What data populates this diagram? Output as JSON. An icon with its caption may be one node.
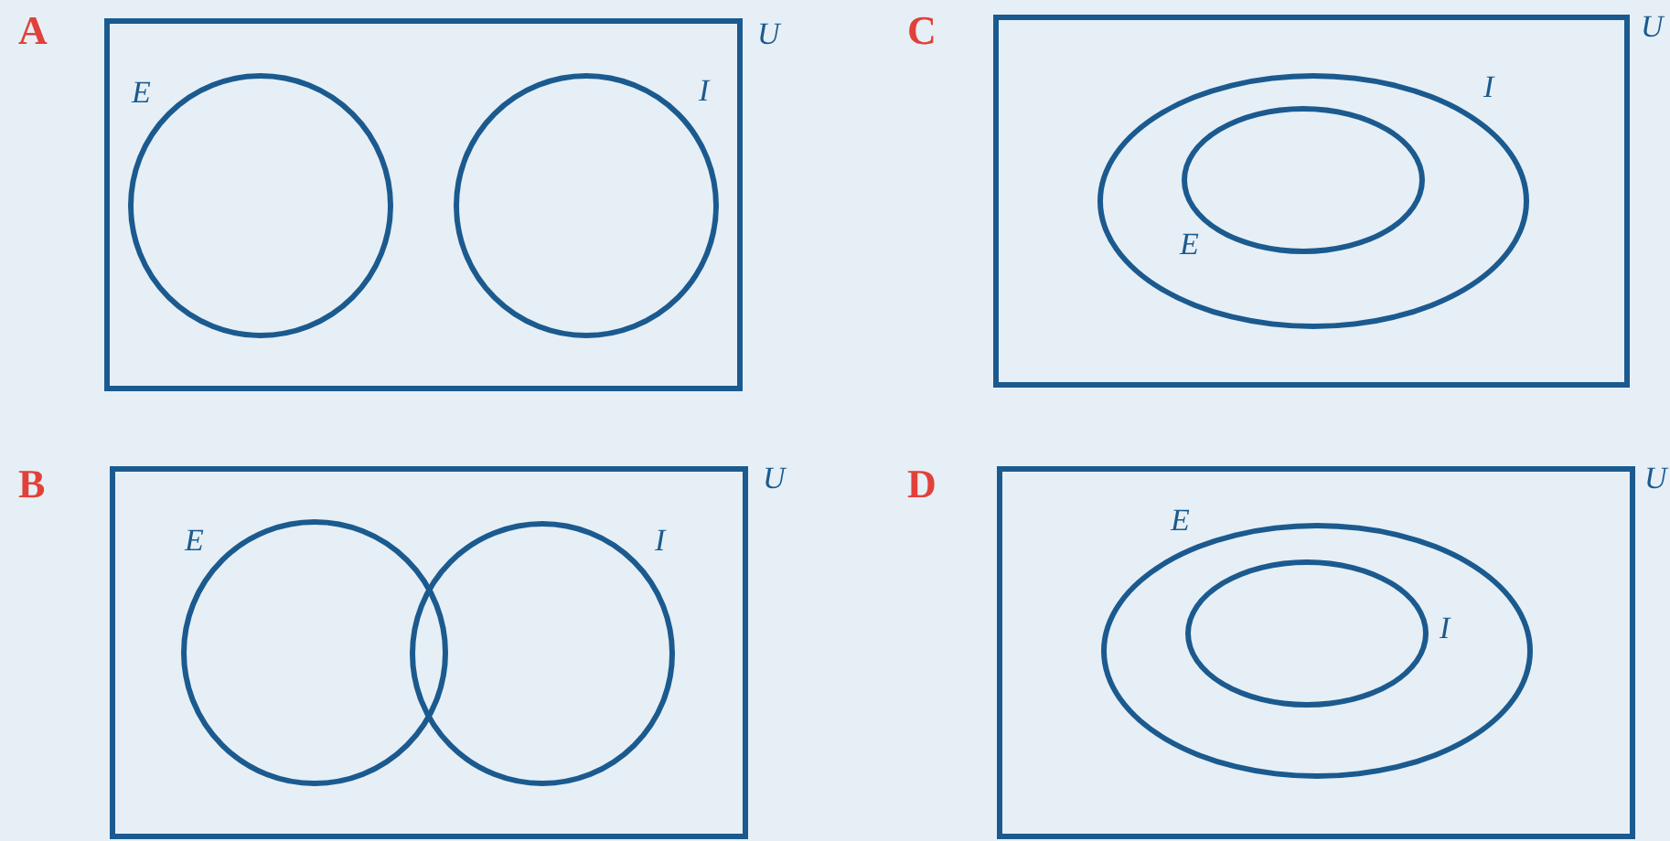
{
  "diagram": {
    "nodes": [
      {
        "text": [
          "U"
        ]
      },
      {
        "text": [
          "E"
        ],
        "in": 0
      },
      {
        "text": [
          "I"
        ],
        "in": 0
      },
      {
        "text": [
          "U"
        ]
      },
      {
        "text": [
          "I"
        ],
        "in": 3
      },
      {
        "text": [
          "E"
        ],
        "in": 4
      },
      {
        "text": [
          "U"
        ]
      },
      {
        "text": [
          "E"
        ],
        "in": 6
      },
      {
        "text": [
          "I"
        ],
        "in": 6
      },
      {
        "text": [
          "U"
        ]
      },
      {
        "text": [
          "E"
        ],
        "in": 9
      },
      {
        "text": [
          "I"
        ],
        "in": 10
      }
    ],
    "labels": [
      "A",
      "C",
      "B",
      "D"
    ]
  }
}
